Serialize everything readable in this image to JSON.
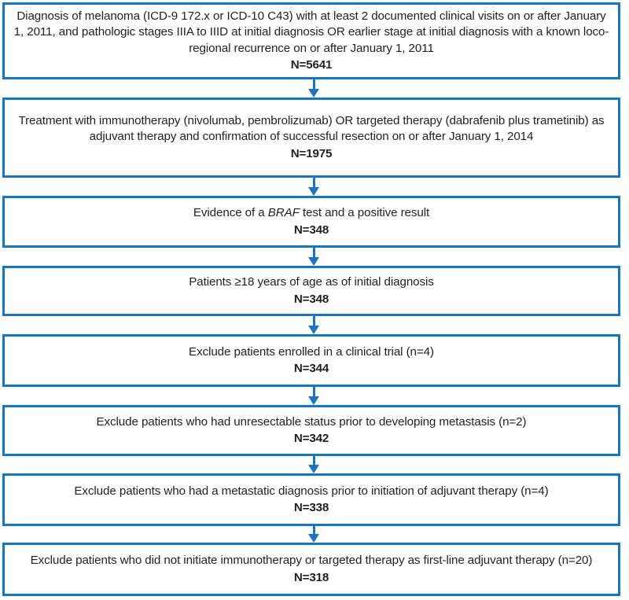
{
  "figure": {
    "type": "patient-attrition-flow-diagram",
    "orientation": "vertical",
    "accent_color": "#1b74bf",
    "text_color": "#231f20",
    "background_color": "#ffffff"
  },
  "nodes": [
    {
      "id": "node-1",
      "text": "Diagnosis of melanoma (ICD-9 172.x or ICD-10 C43) with at least 2 documented clinical visits on or after January 1, 2011, and pathologic stages IIIA to IIID at initial diagnosis OR earlier stage at initial diagnosis with a known loco-regional recurrence on or after January 1, 2011",
      "count_label": "N=5641",
      "count_value": 5641
    },
    {
      "id": "node-2",
      "text": "Treatment with immunotherapy (nivolumab, pembrolizumab) OR targeted therapy (dabrafenib plus trametinib) as adjuvant therapy and confirmation of successful resection on or after January 1, 2014",
      "count_label": "N=1975",
      "count_value": 1975
    },
    {
      "id": "node-3",
      "text_before_italic": "Evidence of a ",
      "italic_term": "BRAF",
      "text_after_italic": " test and a positive result",
      "text": "Evidence of a BRAF test and a positive result",
      "count_label": "N=348",
      "count_value": 348
    },
    {
      "id": "node-4",
      "text": "Patients ≥18 years of age as of initial diagnosis",
      "count_label": "N=348",
      "count_value": 348
    },
    {
      "id": "node-5",
      "text": "Exclude patients enrolled in a clinical trial (n=4)",
      "count_label": "N=344",
      "count_value": 344,
      "excluded": 4
    },
    {
      "id": "node-6",
      "text": "Exclude patients who had unresectable status prior to developing metastasis (n=2)",
      "count_label": "N=342",
      "count_value": 342,
      "excluded": 2
    },
    {
      "id": "node-7",
      "text": "Exclude patients who had a metastatic diagnosis prior to initiation of adjuvant therapy (n=4)",
      "count_label": "N=338",
      "count_value": 338,
      "excluded": 4
    },
    {
      "id": "node-8",
      "text": "Exclude patients who did not initiate immunotherapy or targeted therapy as first-line adjuvant therapy (n=20)",
      "count_label": "N=318",
      "count_value": 318,
      "excluded": 20
    }
  ],
  "connectors": [
    {
      "id": "arrow-1",
      "from": "node-1",
      "to": "node-2",
      "shape": "down-arrow"
    },
    {
      "id": "arrow-2",
      "from": "node-2",
      "to": "node-3",
      "shape": "down-arrow"
    },
    {
      "id": "arrow-3",
      "from": "node-3",
      "to": "node-4",
      "shape": "down-arrow"
    },
    {
      "id": "arrow-4",
      "from": "node-4",
      "to": "node-5",
      "shape": "down-arrow"
    },
    {
      "id": "arrow-5",
      "from": "node-5",
      "to": "node-6",
      "shape": "down-arrow"
    },
    {
      "id": "arrow-6",
      "from": "node-6",
      "to": "node-7",
      "shape": "down-arrow"
    },
    {
      "id": "arrow-7",
      "from": "node-7",
      "to": "node-8",
      "shape": "down-arrow"
    }
  ]
}
